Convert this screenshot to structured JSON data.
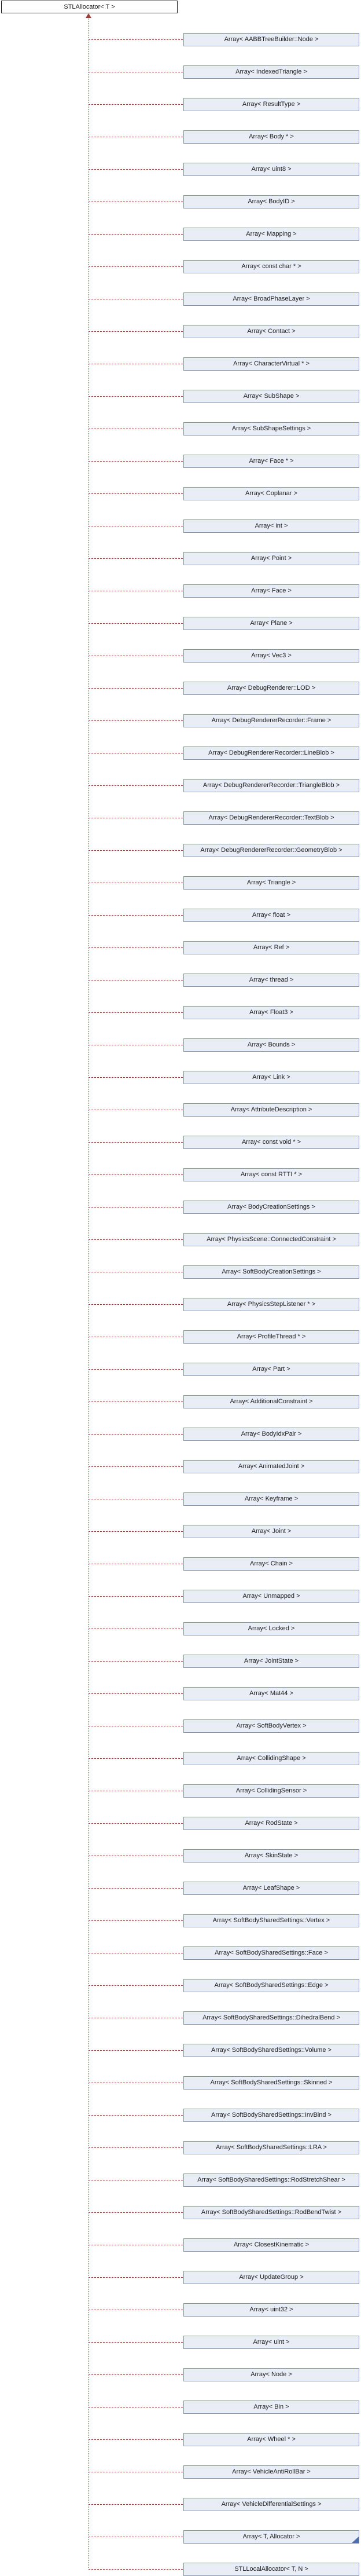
{
  "diagram": {
    "root": {
      "label": "STLAllocator< T >"
    },
    "edge_style": "dashed",
    "colors": {
      "edge": "#9E3D38",
      "node_fill": "#E8EDF6",
      "node_border": "#8090BC",
      "root_border": "#1A1A1A",
      "fold_corner": "#4E6CAB",
      "text": "#202020"
    },
    "nodes": [
      {
        "label": "Array< AABBTreeBuilder::Node >"
      },
      {
        "label": "Array< IndexedTriangle >"
      },
      {
        "label": "Array< ResultType >"
      },
      {
        "label": "Array< Body * >"
      },
      {
        "label": "Array< uint8 >"
      },
      {
        "label": "Array< BodyID >"
      },
      {
        "label": "Array< Mapping >"
      },
      {
        "label": "Array< const char * >"
      },
      {
        "label": "Array< BroadPhaseLayer >"
      },
      {
        "label": "Array< Contact >"
      },
      {
        "label": "Array< CharacterVirtual * >"
      },
      {
        "label": "Array< SubShape >"
      },
      {
        "label": "Array< SubShapeSettings >"
      },
      {
        "label": "Array< Face * >"
      },
      {
        "label": "Array< Coplanar >"
      },
      {
        "label": "Array< int >"
      },
      {
        "label": "Array< Point >"
      },
      {
        "label": "Array< Face >"
      },
      {
        "label": "Array< Plane >"
      },
      {
        "label": "Array< Vec3 >"
      },
      {
        "label": "Array< DebugRenderer::LOD >"
      },
      {
        "label": "Array< DebugRendererRecorder::Frame >"
      },
      {
        "label": "Array< DebugRendererRecorder::LineBlob >"
      },
      {
        "label": "Array< DebugRendererRecorder::TriangleBlob >"
      },
      {
        "label": "Array< DebugRendererRecorder::TextBlob >"
      },
      {
        "label": "Array< DebugRendererRecorder::GeometryBlob >"
      },
      {
        "label": "Array< Triangle >"
      },
      {
        "label": "Array< float >"
      },
      {
        "label": "Array< Ref >"
      },
      {
        "label": "Array< thread >"
      },
      {
        "label": "Array< Float3 >"
      },
      {
        "label": "Array< Bounds >"
      },
      {
        "label": "Array< Link >"
      },
      {
        "label": "Array< AttributeDescription >"
      },
      {
        "label": "Array< const void * >"
      },
      {
        "label": "Array< const RTTI * >"
      },
      {
        "label": "Array< BodyCreationSettings >"
      },
      {
        "label": "Array< PhysicsScene::ConnectedConstraint >"
      },
      {
        "label": "Array< SoftBodyCreationSettings >"
      },
      {
        "label": "Array< PhysicsStepListener * >"
      },
      {
        "label": "Array< ProfileThread * >"
      },
      {
        "label": "Array< Part >"
      },
      {
        "label": "Array< AdditionalConstraint >"
      },
      {
        "label": "Array< BodyIdxPair >"
      },
      {
        "label": "Array< AnimatedJoint >"
      },
      {
        "label": "Array< Keyframe >"
      },
      {
        "label": "Array< Joint >"
      },
      {
        "label": "Array< Chain >"
      },
      {
        "label": "Array< Unmapped >"
      },
      {
        "label": "Array< Locked >"
      },
      {
        "label": "Array< JointState >"
      },
      {
        "label": "Array< Mat44 >"
      },
      {
        "label": "Array< SoftBodyVertex >"
      },
      {
        "label": "Array< CollidingShape >"
      },
      {
        "label": "Array< CollidingSensor >"
      },
      {
        "label": "Array< RodState >"
      },
      {
        "label": "Array< SkinState >"
      },
      {
        "label": "Array< LeafShape >"
      },
      {
        "label": "Array< SoftBodySharedSettings::Vertex >"
      },
      {
        "label": "Array< SoftBodySharedSettings::Face >"
      },
      {
        "label": "Array< SoftBodySharedSettings::Edge >"
      },
      {
        "label": "Array< SoftBodySharedSettings::DihedralBend >"
      },
      {
        "label": "Array< SoftBodySharedSettings::Volume >"
      },
      {
        "label": "Array< SoftBodySharedSettings::Skinned >"
      },
      {
        "label": "Array< SoftBodySharedSettings::InvBind >"
      },
      {
        "label": "Array< SoftBodySharedSettings::LRA >"
      },
      {
        "label": "Array< SoftBodySharedSettings::RodStretchShear >"
      },
      {
        "label": "Array< SoftBodySharedSettings::RodBendTwist >"
      },
      {
        "label": "Array< ClosestKinematic >"
      },
      {
        "label": "Array< UpdateGroup >"
      },
      {
        "label": "Array< uint32 >"
      },
      {
        "label": "Array< uint >"
      },
      {
        "label": "Array< Node >"
      },
      {
        "label": "Array< Bin >"
      },
      {
        "label": "Array< Wheel * >"
      },
      {
        "label": "Array< VehicleAntiRollBar >"
      },
      {
        "label": "Array< VehicleDifferentialSettings >"
      },
      {
        "label": "Array< T, Allocator >",
        "truncated": true
      },
      {
        "label": "STLLocalAllocator< T, N >"
      }
    ]
  }
}
